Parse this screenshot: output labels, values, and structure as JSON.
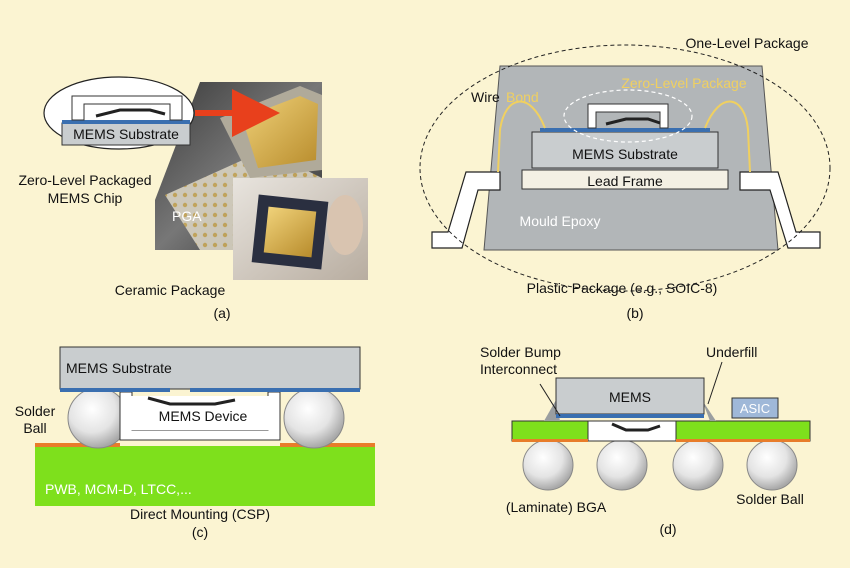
{
  "panel_a": {
    "chip_label": "MEMS Substrate",
    "zero_level_line1": "Zero-Level Packaged",
    "zero_level_line2": "MEMS Chip",
    "pga_label": "PGA",
    "package_caption": "Ceramic Package",
    "panel_tag": "(a)"
  },
  "panel_b": {
    "one_level_label": "One-Level Package",
    "zero_level_label": "Zero-Level Package",
    "wire_label": "Wire",
    "bond_label": "Bond",
    "substrate_label": "MEMS Substrate",
    "lead_frame_label": "Lead Frame",
    "mould_label": "Mould Epoxy",
    "package_caption": "Plastic Package (e.g., SOIC-8)",
    "panel_tag": "(b)"
  },
  "panel_c": {
    "substrate_label": "MEMS Substrate",
    "device_label": "MEMS Device",
    "solder_line1": "Solder",
    "solder_line2": "Ball",
    "board_label": "PWB, MCM-D, LTCC,...",
    "package_caption": "Direct Mounting (CSP)",
    "panel_tag": "(c)"
  },
  "panel_d": {
    "bump_line1": "Solder Bump",
    "bump_line2": "Interconnect",
    "underfill_label": "Underfill",
    "mems_label": "MEMS",
    "asic_label": "ASIC",
    "bga_label": "(Laminate) BGA",
    "solder_ball_label": "Solder Ball",
    "panel_tag": "(d)"
  },
  "colors": {
    "background": "#fbf4d2",
    "substrate_gray": "#c9cdcf",
    "metal_blue": "#3a6fb0",
    "laminate_green": "#7ee01c",
    "wire_yellow": "#f0d060",
    "arrow_red": "#e8401c",
    "pad_orange": "#e87c2a"
  }
}
